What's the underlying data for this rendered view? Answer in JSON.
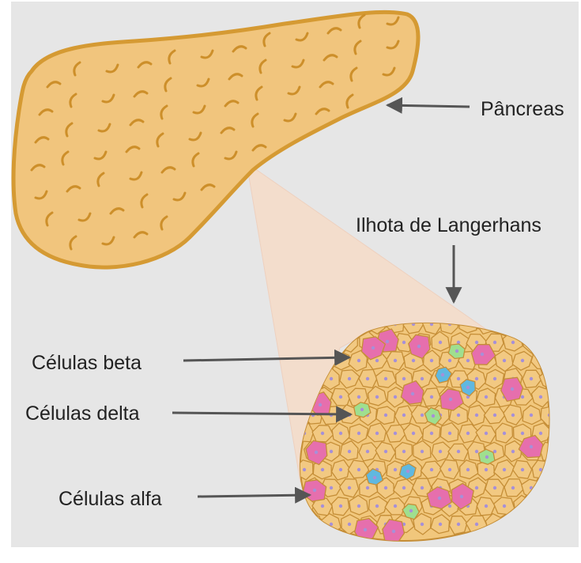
{
  "labels": {
    "pancreas": "Pâncreas",
    "islet": "Ilhota de Langerhans",
    "beta_cells": "Células beta",
    "delta_cells": "Células delta",
    "alpha_cells": "Células alfa"
  },
  "colors": {
    "background": "#e6e6e6",
    "frame": "#ffffff",
    "pancreas_fill": "#f1c57d",
    "pancreas_outline": "#d59a33",
    "magnifier_cone": "#f6dcc8",
    "islet_base": "#f1c77c",
    "cell_outline": "#c58e37",
    "beta_cell": "#f2c982",
    "alpha_cell": "#e66fad",
    "delta_cell": "#5fb8e0",
    "pp_cell": "#9fdf8f",
    "nucleus": "#a690d8",
    "arrow": "#555555"
  }
}
